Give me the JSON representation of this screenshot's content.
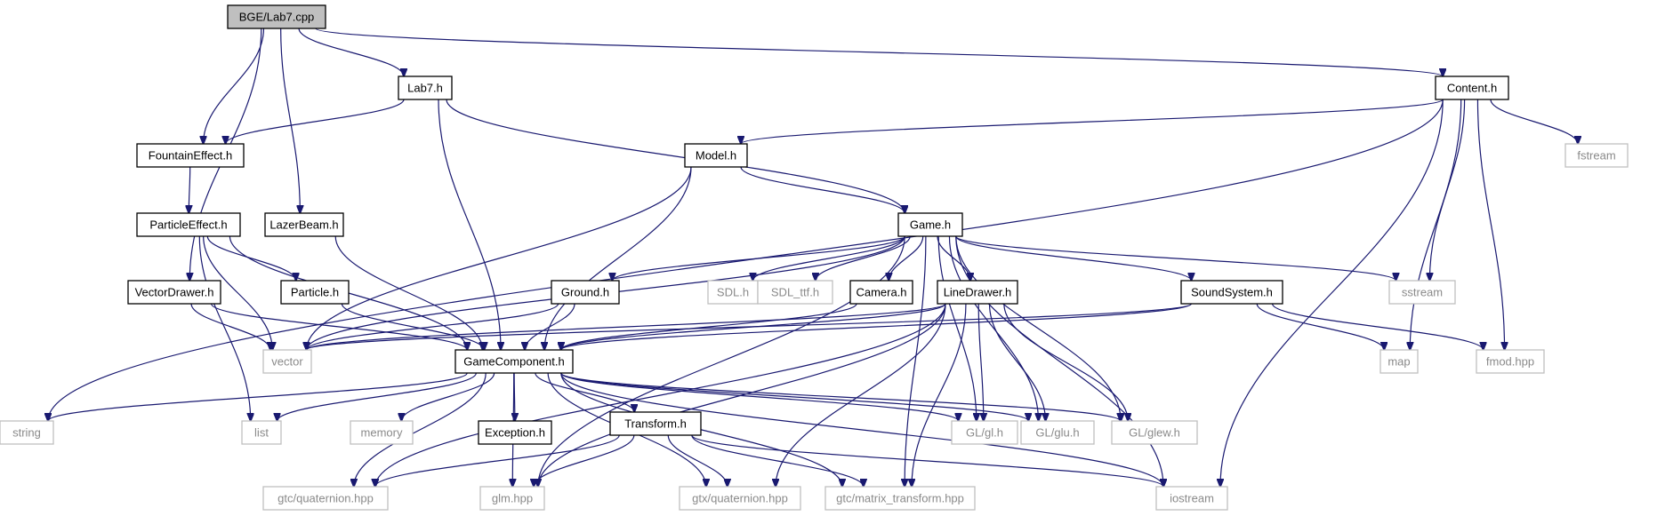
{
  "colors": {
    "edge": "#191970",
    "local_border": "#000000",
    "external_border": "#bfbfbf",
    "root_fill": "#bfbfbf"
  },
  "nodes": [
    {
      "id": "lab7cpp",
      "label": "BGE/Lab7.cpp",
      "kind": "root"
    },
    {
      "id": "lab7h",
      "label": "Lab7.h",
      "kind": "local"
    },
    {
      "id": "contenth",
      "label": "Content.h",
      "kind": "local"
    },
    {
      "id": "fountain",
      "label": "FountainEffect.h",
      "kind": "local"
    },
    {
      "id": "modelh",
      "label": "Model.h",
      "kind": "local"
    },
    {
      "id": "fstream",
      "label": "fstream",
      "kind": "external"
    },
    {
      "id": "particleeffect",
      "label": "ParticleEffect.h",
      "kind": "local"
    },
    {
      "id": "lazerbeam",
      "label": "LazerBeam.h",
      "kind": "local"
    },
    {
      "id": "gameh",
      "label": "Game.h",
      "kind": "local"
    },
    {
      "id": "vectordrawer",
      "label": "VectorDrawer.h",
      "kind": "local"
    },
    {
      "id": "particleh",
      "label": "Particle.h",
      "kind": "local"
    },
    {
      "id": "groundh",
      "label": "Ground.h",
      "kind": "local"
    },
    {
      "id": "sdlh",
      "label": "SDL.h",
      "kind": "external"
    },
    {
      "id": "sdlttf",
      "label": "SDL_ttf.h",
      "kind": "external"
    },
    {
      "id": "camerah",
      "label": "Camera.h",
      "kind": "local"
    },
    {
      "id": "linedrawer",
      "label": "LineDrawer.h",
      "kind": "local"
    },
    {
      "id": "soundsystem",
      "label": "SoundSystem.h",
      "kind": "local"
    },
    {
      "id": "sstream",
      "label": "sstream",
      "kind": "external"
    },
    {
      "id": "vector",
      "label": "vector",
      "kind": "external"
    },
    {
      "id": "gamecomponent",
      "label": "GameComponent.h",
      "kind": "local"
    },
    {
      "id": "map",
      "label": "map",
      "kind": "external"
    },
    {
      "id": "fmod",
      "label": "fmod.hpp",
      "kind": "external"
    },
    {
      "id": "string",
      "label": "string",
      "kind": "external"
    },
    {
      "id": "list",
      "label": "list",
      "kind": "external"
    },
    {
      "id": "memory",
      "label": "memory",
      "kind": "external"
    },
    {
      "id": "exception",
      "label": "Exception.h",
      "kind": "local"
    },
    {
      "id": "transform",
      "label": "Transform.h",
      "kind": "local"
    },
    {
      "id": "glh",
      "label": "GL/gl.h",
      "kind": "external"
    },
    {
      "id": "gluh",
      "label": "GL/glu.h",
      "kind": "external"
    },
    {
      "id": "glewh",
      "label": "GL/glew.h",
      "kind": "external"
    },
    {
      "id": "gtcquat",
      "label": "gtc/quaternion.hpp",
      "kind": "external"
    },
    {
      "id": "glmhpp",
      "label": "glm.hpp",
      "kind": "external"
    },
    {
      "id": "gtxquat",
      "label": "gtx/quaternion.hpp",
      "kind": "external"
    },
    {
      "id": "gtcmat",
      "label": "gtc/matrix_transform.hpp",
      "kind": "external"
    },
    {
      "id": "iostream",
      "label": "iostream",
      "kind": "external"
    }
  ],
  "edges": [
    [
      "lab7cpp",
      "lab7h"
    ],
    [
      "lab7cpp",
      "contenth"
    ],
    [
      "lab7cpp",
      "fountain"
    ],
    [
      "lab7cpp",
      "lazerbeam"
    ],
    [
      "lab7cpp",
      "vectordrawer"
    ],
    [
      "lab7h",
      "fountain"
    ],
    [
      "lab7h",
      "gameh"
    ],
    [
      "lab7h",
      "gamecomponent"
    ],
    [
      "contenth",
      "modelh"
    ],
    [
      "contenth",
      "fstream"
    ],
    [
      "contenth",
      "sstream"
    ],
    [
      "contenth",
      "map"
    ],
    [
      "contenth",
      "fmod"
    ],
    [
      "contenth",
      "iostream"
    ],
    [
      "contenth",
      "string"
    ],
    [
      "fountain",
      "particleeffect"
    ],
    [
      "modelh",
      "gameh"
    ],
    [
      "modelh",
      "vector"
    ],
    [
      "modelh",
      "gamecomponent"
    ],
    [
      "particleeffect",
      "particleh"
    ],
    [
      "particleeffect",
      "vector"
    ],
    [
      "particleeffect",
      "list"
    ],
    [
      "particleeffect",
      "gamecomponent"
    ],
    [
      "lazerbeam",
      "gamecomponent"
    ],
    [
      "gameh",
      "groundh"
    ],
    [
      "gameh",
      "sdlh"
    ],
    [
      "gameh",
      "sdlttf"
    ],
    [
      "gameh",
      "camerah"
    ],
    [
      "gameh",
      "linedrawer"
    ],
    [
      "gameh",
      "soundsystem"
    ],
    [
      "gameh",
      "sstream"
    ],
    [
      "gameh",
      "vector"
    ],
    [
      "gameh",
      "glh"
    ],
    [
      "gameh",
      "gluh"
    ],
    [
      "gameh",
      "glewh"
    ],
    [
      "gameh",
      "iostream"
    ],
    [
      "gameh",
      "gtcmat"
    ],
    [
      "gameh",
      "glmhpp"
    ],
    [
      "vectordrawer",
      "vector"
    ],
    [
      "vectordrawer",
      "gamecomponent"
    ],
    [
      "particleh",
      "gamecomponent"
    ],
    [
      "groundh",
      "gamecomponent"
    ],
    [
      "groundh",
      "vector"
    ],
    [
      "camerah",
      "gamecomponent"
    ],
    [
      "linedrawer",
      "gamecomponent"
    ],
    [
      "linedrawer",
      "vector"
    ],
    [
      "linedrawer",
      "glh"
    ],
    [
      "linedrawer",
      "gluh"
    ],
    [
      "linedrawer",
      "glewh"
    ],
    [
      "linedrawer",
      "gtxquat"
    ],
    [
      "linedrawer",
      "gtcmat"
    ],
    [
      "linedrawer",
      "glmhpp"
    ],
    [
      "linedrawer",
      "gtcquat"
    ],
    [
      "soundsystem",
      "gamecomponent"
    ],
    [
      "soundsystem",
      "vector"
    ],
    [
      "soundsystem",
      "map"
    ],
    [
      "soundsystem",
      "fmod"
    ],
    [
      "gamecomponent",
      "string"
    ],
    [
      "gamecomponent",
      "list"
    ],
    [
      "gamecomponent",
      "memory"
    ],
    [
      "gamecomponent",
      "exception"
    ],
    [
      "gamecomponent",
      "transform"
    ],
    [
      "gamecomponent",
      "glh"
    ],
    [
      "gamecomponent",
      "gluh"
    ],
    [
      "gamecomponent",
      "glewh"
    ],
    [
      "gamecomponent",
      "gtcquat"
    ],
    [
      "gamecomponent",
      "glmhpp"
    ],
    [
      "gamecomponent",
      "gtxquat"
    ],
    [
      "gamecomponent",
      "gtcmat"
    ],
    [
      "gamecomponent",
      "iostream"
    ],
    [
      "transform",
      "gtcquat"
    ],
    [
      "transform",
      "glmhpp"
    ],
    [
      "transform",
      "gtxquat"
    ],
    [
      "transform",
      "gtcmat"
    ],
    [
      "transform",
      "iostream"
    ]
  ]
}
